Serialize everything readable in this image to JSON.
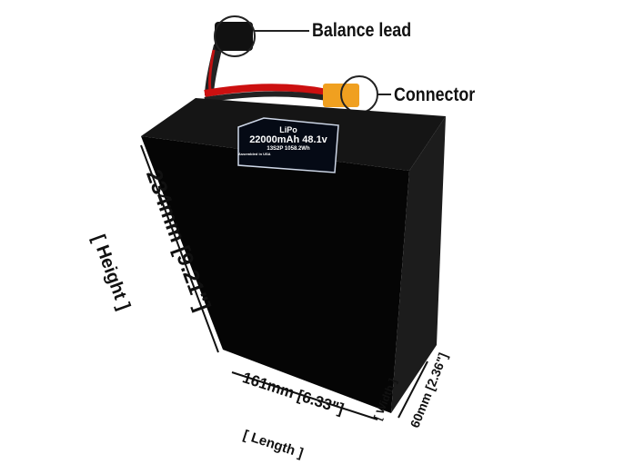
{
  "callouts": {
    "balance_lead": "Balance lead",
    "connector": "Connector"
  },
  "label": {
    "chemistry": "LiPo",
    "capacity_voltage": "22000mAh 48.1v",
    "config_energy": "13S2P 1058.2Wh",
    "assembled": "Assembled in USA"
  },
  "dimensions": {
    "height": "234mm [9.21\"]",
    "height_caption": "[ Height ]",
    "length": "161mm [6.33\"]",
    "length_caption": "[ Length ]",
    "width": "60mm [2.36\"]",
    "width_caption": "[ Width ]"
  },
  "colors": {
    "battery": "#0a0a0a",
    "wire_red": "#d01010",
    "connector": "#f0a020"
  }
}
